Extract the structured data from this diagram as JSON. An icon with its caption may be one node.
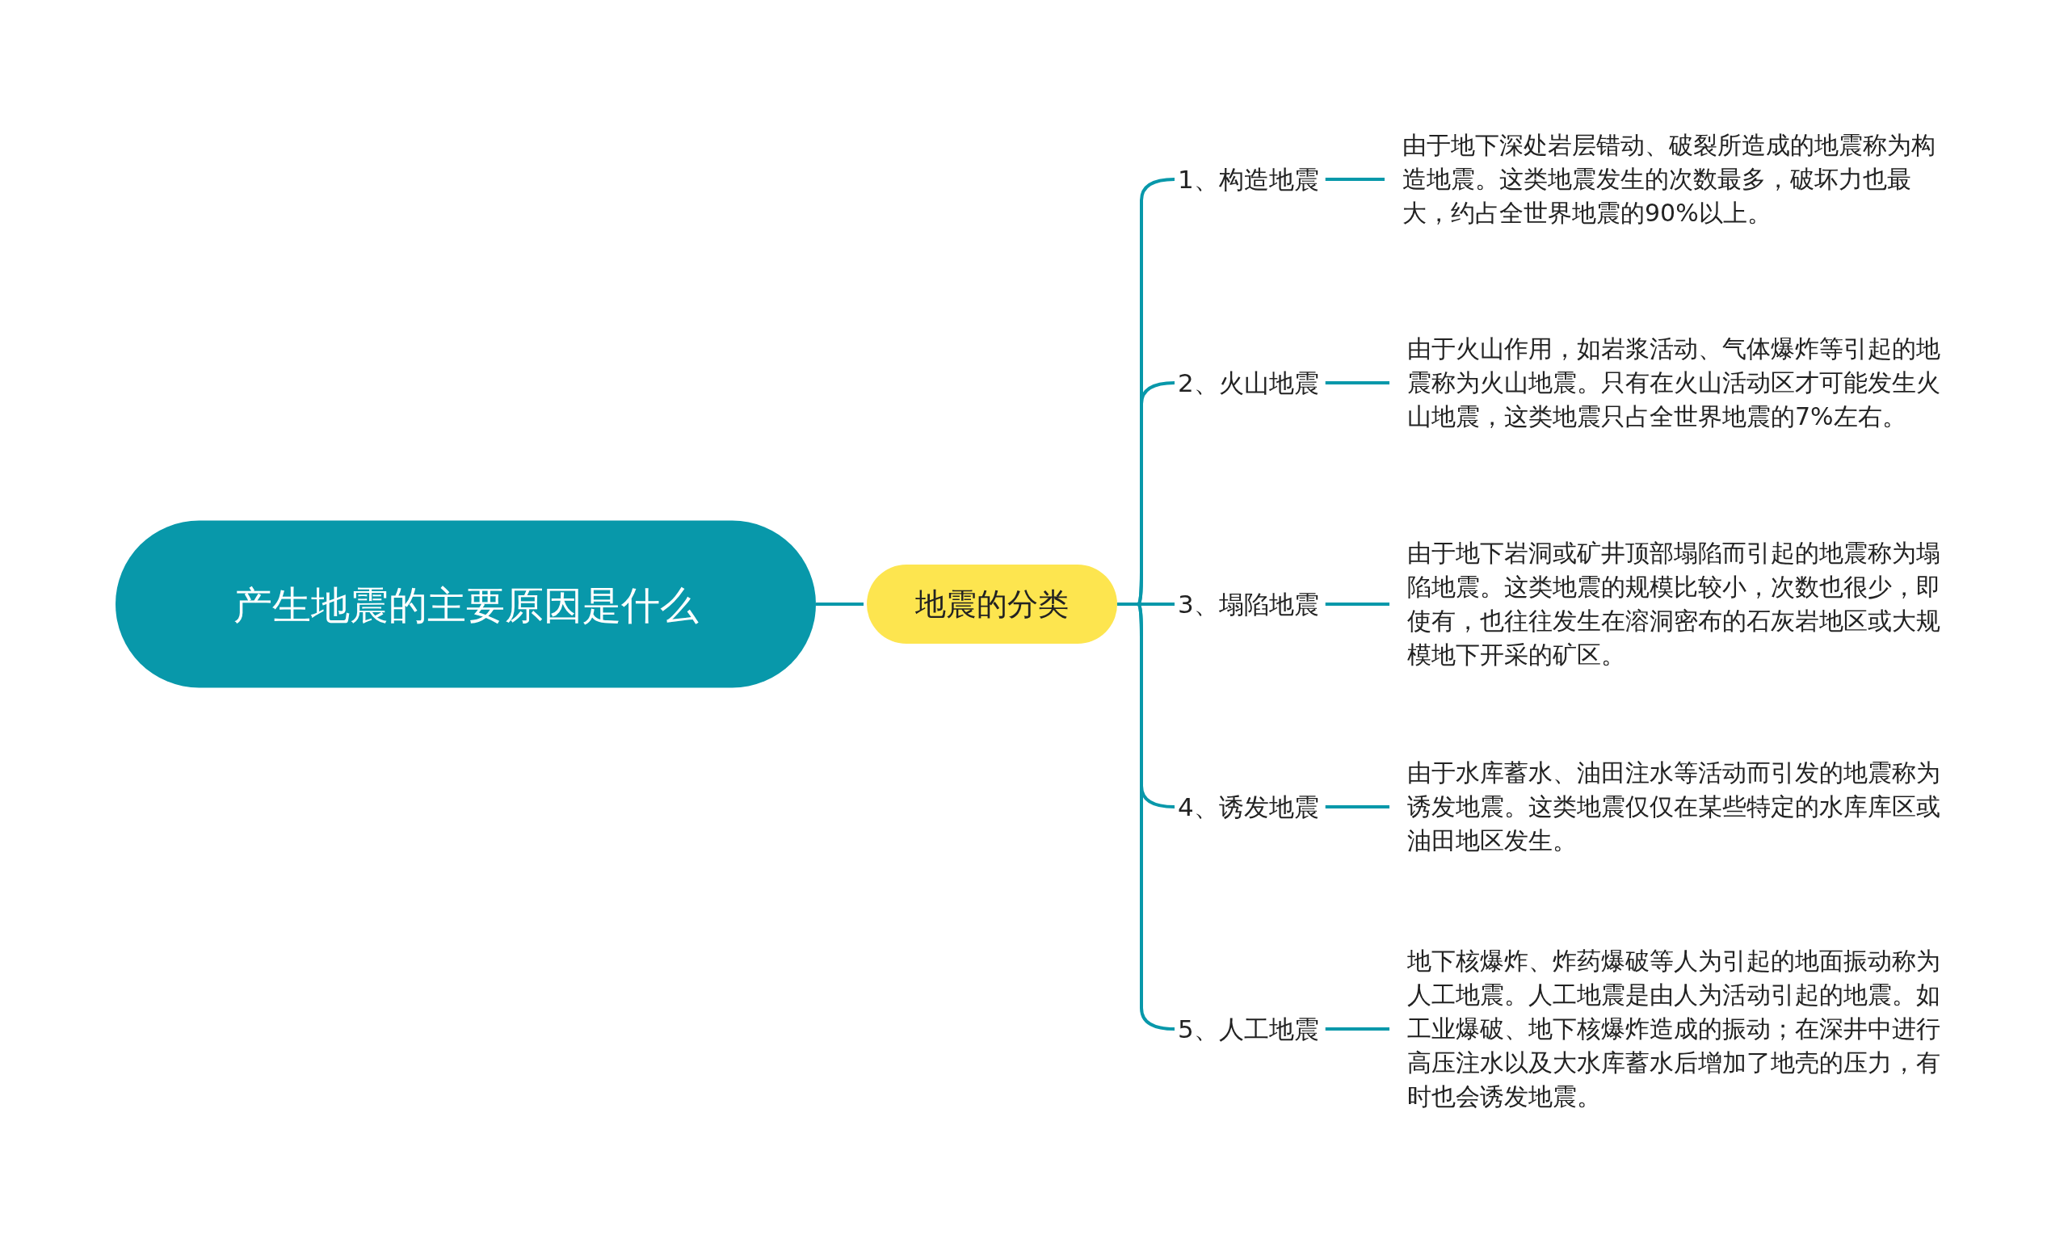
{
  "diagram": {
    "nodes": [
      {
        "text": [
          "产生地震的主要原因是什么"
        ]
      },
      {
        "text": [
          "地震的分类"
        ]
      },
      {
        "text": [
          "1、构造地震"
        ]
      },
      {
        "text": [
          "2、火山地震"
        ]
      },
      {
        "text": [
          "3、塌陷地震"
        ]
      },
      {
        "text": [
          "4、诱发地震"
        ]
      },
      {
        "text": [
          "5、人工地震"
        ]
      },
      {
        "text": [
          "由于地下深处岩层错动、破裂所造成的地震称为构造地震。这类地震发生的次数最多，破坏力也最大，约占全世界地震的90%以上。"
        ]
      },
      {
        "text": [
          "由于火山作用，如岩浆活动、气体爆炸等引起的地震称为火山地震。只有在火山活动区才可能发生火山地震，这类地震只占全世界地震的7%左右。"
        ]
      },
      {
        "text": [
          "由于地下岩洞或矿井顶部塌陷而引起的地震称为塌陷地震。这类地震的规模比较小，次数也很少，即使有，也往往发生在溶洞密布的石灰岩地区或大规模地下开采的矿区。"
        ]
      },
      {
        "text": [
          "由于水库蓄水、油田注水等活动而引发的地震称为诱发地震。这类地震仅仅在某些特定的水库库区或油田地区发生。"
        ]
      },
      {
        "text": [
          "地下核爆炸、炸药爆破等人为引起的地面振动称为人工地震。人工地震是由人为活动引起的地震。如工业爆破、地下核爆炸造成的振动；在深井中进行高压注水以及大水库蓄水后增加了地壳的压力，有时也会诱发地震。"
        ]
      }
    ],
    "edges": [
      {
        "from": 0,
        "to": 1,
        "arrow": "none"
      },
      {
        "from": 1,
        "to": 2,
        "arrow": "none"
      },
      {
        "from": 1,
        "to": 3,
        "arrow": "none"
      },
      {
        "from": 1,
        "to": 4,
        "arrow": "none"
      },
      {
        "from": 1,
        "to": 5,
        "arrow": "none"
      },
      {
        "from": 1,
        "to": 6,
        "arrow": "none"
      },
      {
        "from": 2,
        "to": 7,
        "arrow": "none"
      },
      {
        "from": 3,
        "to": 8,
        "arrow": "none"
      },
      {
        "from": 4,
        "to": 9,
        "arrow": "none"
      },
      {
        "from": 5,
        "to": 10,
        "arrow": "none"
      },
      {
        "from": 6,
        "to": 11,
        "arrow": "none"
      }
    ]
  }
}
